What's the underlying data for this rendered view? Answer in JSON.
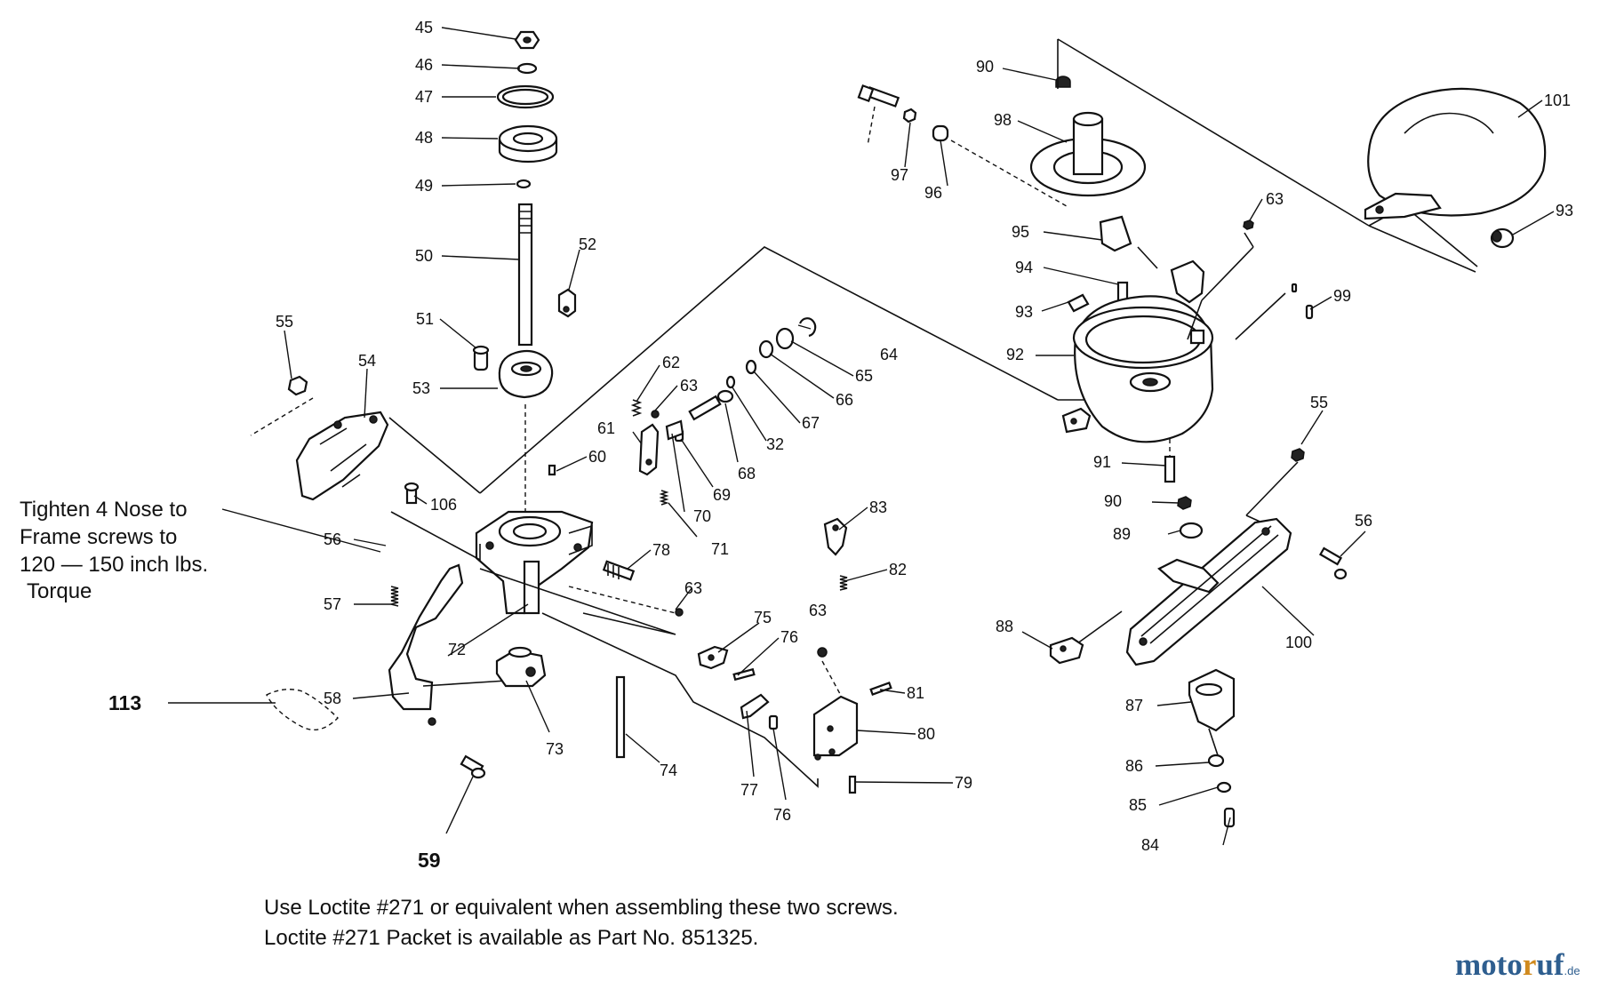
{
  "labels": [
    "45",
    "46",
    "47",
    "48",
    "49",
    "50",
    "51",
    "52",
    "53",
    "54",
    "55",
    "55",
    "56",
    "56",
    "57",
    "58",
    "60",
    "61",
    "62",
    "63",
    "63",
    "63",
    "63",
    "64",
    "65",
    "66",
    "67",
    "32",
    "68",
    "69",
    "70",
    "71",
    "72",
    "73",
    "74",
    "75",
    "76",
    "76",
    "77",
    "78",
    "79",
    "80",
    "81",
    "82",
    "83",
    "84",
    "85",
    "86",
    "87",
    "88",
    "89",
    "90",
    "90",
    "91",
    "92",
    "93",
    "93",
    "94",
    "95",
    "96",
    "97",
    "98",
    "99",
    "100",
    "101",
    "106"
  ],
  "big_labels": {
    "part_113": "113",
    "part_59": "59"
  },
  "notes": {
    "torque_line1": "Tighten 4 Nose to",
    "torque_line2": "Frame screws to",
    "torque_line3": "120 — 150 inch lbs.",
    "torque_line4": "Torque",
    "loctite_line1": "Use Loctite #271 or equivalent when assembling these two screws.",
    "loctite_line2": "Loctite #271 Packet is available as Part No. 851325."
  },
  "logo": {
    "main_a": "moto",
    "main_b": "r",
    "main_c": "uf",
    "suffix": ".de"
  }
}
